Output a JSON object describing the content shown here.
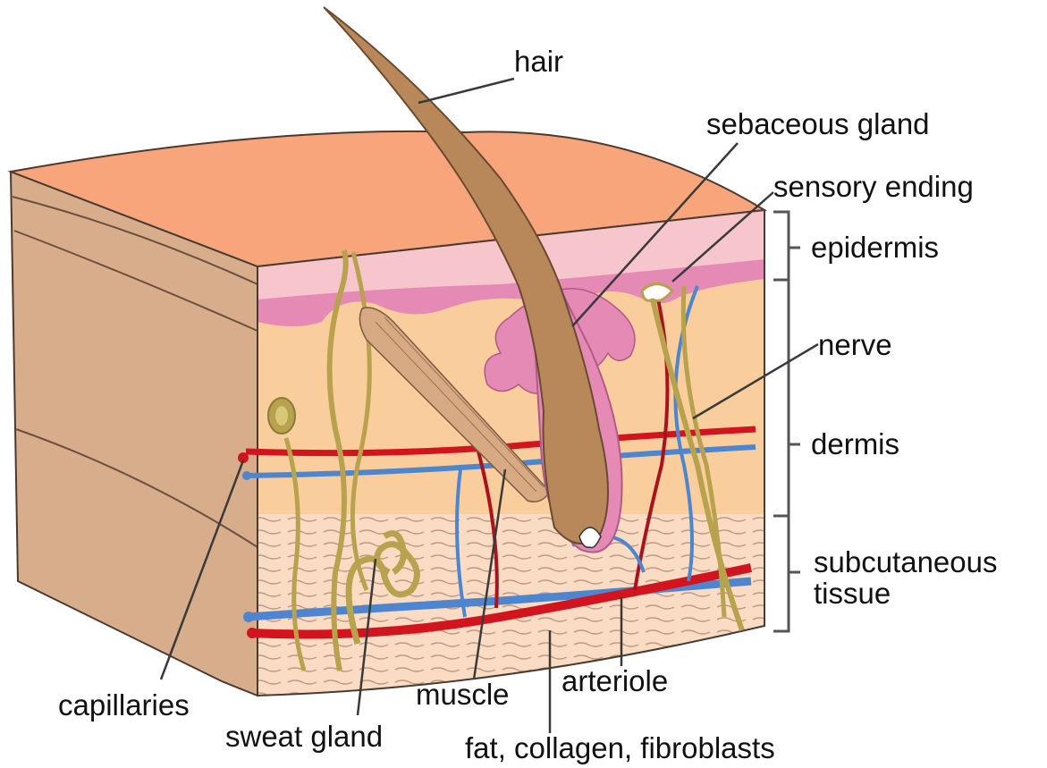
{
  "labels": {
    "hair": "hair",
    "sebaceous_gland": "sebaceous gland",
    "sensory_ending": "sensory ending",
    "epidermis": "epidermis",
    "nerve": "nerve",
    "dermis": "dermis",
    "subcutaneous_line1": "subcutaneous",
    "subcutaneous_line2": "tissue",
    "capillaries": "capillaries",
    "sweat_gland": "sweat gland",
    "muscle": "muscle",
    "arteriole": "arteriole",
    "fat_collagen": "fat, collagen, fibroblasts"
  },
  "colors": {
    "surface": "#f8a57c",
    "side_face": "#d8ad8c",
    "epidermis": "#f6c6cc",
    "gland": "#e48ab5",
    "dermis": "#f9cd9c",
    "subcutaneous": "#fadbc3",
    "hair": "#b8885a",
    "artery": "#d2141e",
    "vein": "#4d86cf",
    "nerve": "#b8a24e",
    "leader": "#3a3a3a"
  }
}
